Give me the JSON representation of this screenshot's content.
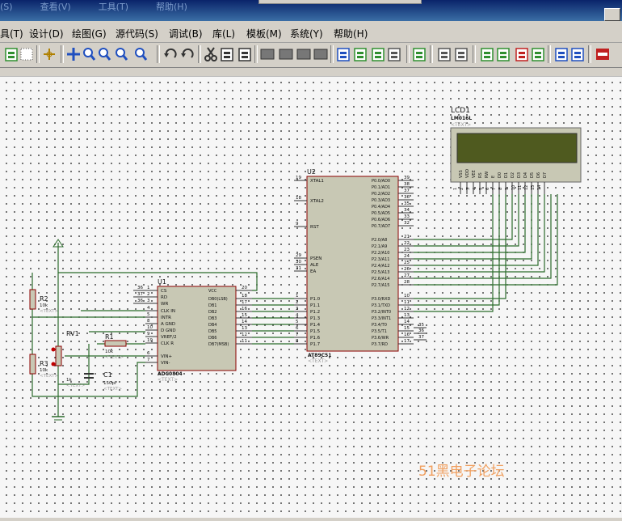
{
  "title_bar": {
    "ghost_items": [
      "(S)",
      "查看(V)",
      "工具(T)",
      "帮助(H)"
    ]
  },
  "menu": {
    "items": [
      "具(T)",
      "设计(D)",
      "绘图(G)",
      "源代码(S)",
      "调试(B)",
      "库(L)",
      "模板(M)",
      "系统(Y)",
      "帮助(H)"
    ]
  },
  "toolbar": {
    "buttons": [
      {
        "icon": "refresh-icon",
        "color": "#2f8f2f"
      },
      {
        "icon": "grid-icon",
        "color": "#555555"
      },
      {
        "icon": "origin-icon",
        "color": "#b08000"
      },
      {
        "icon": "pan-icon",
        "color": "#1f4fbf"
      },
      {
        "icon": "zoom-in-icon",
        "color": "#1f4fbf"
      },
      {
        "icon": "zoom-out-icon",
        "color": "#1f4fbf"
      },
      {
        "icon": "zoom-all-icon",
        "color": "#1f4fbf"
      },
      {
        "icon": "zoom-area-icon",
        "color": "#1f4fbf"
      },
      {
        "icon": "undo-icon",
        "color": "#333333"
      },
      {
        "icon": "redo-icon",
        "color": "#333333"
      },
      {
        "icon": "cut-icon",
        "color": "#333333"
      },
      {
        "icon": "copy-icon",
        "color": "#333333"
      },
      {
        "icon": "paste-icon",
        "color": "#333333"
      },
      {
        "icon": "block-copy-icon",
        "color": "#333333"
      },
      {
        "icon": "block-move-icon",
        "color": "#333333"
      },
      {
        "icon": "block-rotate-icon",
        "color": "#333333"
      },
      {
        "icon": "block-delete-icon",
        "color": "#333333"
      },
      {
        "icon": "pick-device-icon",
        "color": "#1f4fbf"
      },
      {
        "icon": "make-device-icon",
        "color": "#2f8f2f"
      },
      {
        "icon": "packaging-icon",
        "color": "#2f8f2f"
      },
      {
        "icon": "decompose-icon",
        "color": "#555555"
      },
      {
        "icon": "wire-autorouter-icon",
        "color": "#2f8f2f"
      },
      {
        "icon": "search-tag-icon",
        "color": "#555555"
      },
      {
        "icon": "property-tool-icon",
        "color": "#555555"
      },
      {
        "icon": "netlist-icon",
        "color": "#2f8f2f"
      },
      {
        "icon": "new-sheet-icon",
        "color": "#2f8f2f"
      },
      {
        "icon": "remove-sheet-icon",
        "color": "#c02020"
      },
      {
        "icon": "bill-of-materials-icon",
        "color": "#2f8f2f"
      },
      {
        "icon": "electrical-check-icon",
        "color": "#1f4fbf"
      },
      {
        "icon": "netlist-compile-icon",
        "color": "#1f4fbf"
      },
      {
        "icon": "ares-icon",
        "color": "#c02020"
      }
    ]
  },
  "schematic": {
    "lcd": {
      "ref": "LCD1",
      "part": "LM016L",
      "text": "<TEXT>",
      "screen_color": "#4f5a1f",
      "pins": [
        "VSS",
        "VDD",
        "VEE",
        "RS",
        "RW",
        "E",
        "D0",
        "D1",
        "D2",
        "D3",
        "D4",
        "D5",
        "D6",
        "D7"
      ],
      "pin_numbers": [
        "1",
        "2",
        "3",
        "4",
        "5",
        "6",
        "7",
        "8",
        "9",
        "10",
        "11",
        "12",
        "13",
        "14"
      ]
    },
    "mcu": {
      "ref": "U2",
      "part": "AT89C51",
      "text": "<TEXT>",
      "left_pins": [
        {
          "num": "19",
          "name": "XTAL1"
        },
        {
          "num": "18",
          "name": "XTAL2"
        },
        {
          "num": "9",
          "name": "RST"
        },
        {
          "num": "29",
          "name": "PSEN"
        },
        {
          "num": "30",
          "name": "ALE"
        },
        {
          "num": "31",
          "name": "EA"
        },
        {
          "num": "1",
          "name": "P1.0"
        },
        {
          "num": "2",
          "name": "P1.1"
        },
        {
          "num": "3",
          "name": "P1.2"
        },
        {
          "num": "4",
          "name": "P1.3"
        },
        {
          "num": "5",
          "name": "P1.4"
        },
        {
          "num": "6",
          "name": "P1.5"
        },
        {
          "num": "7",
          "name": "P1.6"
        },
        {
          "num": "8",
          "name": "P1.7"
        }
      ],
      "right_pins": [
        {
          "num": "39",
          "name": "P0.0/AD0"
        },
        {
          "num": "38",
          "name": "P0.1/AD1"
        },
        {
          "num": "37",
          "name": "P0.2/AD2"
        },
        {
          "num": "36",
          "name": "P0.3/AD3"
        },
        {
          "num": "35",
          "name": "P0.4/AD4"
        },
        {
          "num": "34",
          "name": "P0.5/AD5"
        },
        {
          "num": "33",
          "name": "P0.6/AD6"
        },
        {
          "num": "32",
          "name": "P0.7/AD7"
        },
        {
          "num": "21",
          "name": "P2.0/A8"
        },
        {
          "num": "22",
          "name": "P2.1/A9"
        },
        {
          "num": "23",
          "name": "P2.2/A10"
        },
        {
          "num": "24",
          "name": "P2.3/A11"
        },
        {
          "num": "25",
          "name": "P2.4/A12"
        },
        {
          "num": "26",
          "name": "P2.5/A13"
        },
        {
          "num": "27",
          "name": "P2.6/A14"
        },
        {
          "num": "28",
          "name": "P2.7/A15"
        },
        {
          "num": "10",
          "name": "P3.0/RXD"
        },
        {
          "num": "11",
          "name": "P3.1/TXD"
        },
        {
          "num": "12",
          "name": "P3.2/INT0"
        },
        {
          "num": "13",
          "name": "P3.3/INT1"
        },
        {
          "num": "14",
          "name": "P3.4/T0"
        },
        {
          "num": "15",
          "name": "P3.5/T1"
        },
        {
          "num": "16",
          "name": "P3.6/WR"
        },
        {
          "num": "17",
          "name": "P3.7/RD"
        }
      ],
      "off_pins": [
        "35",
        "36",
        "37"
      ]
    },
    "adc": {
      "ref": "U1",
      "part": "ADC0804",
      "text": "<TEXT>",
      "left_pins": [
        {
          "num": "1",
          "name": "CS"
        },
        {
          "num": "2",
          "name": "RD"
        },
        {
          "num": "3",
          "name": "WR"
        },
        {
          "num": "4",
          "name": "CLK IN"
        },
        {
          "num": "5",
          "name": "INTR"
        },
        {
          "num": "8",
          "name": "A GND"
        },
        {
          "num": "10",
          "name": "D GND"
        },
        {
          "num": "9",
          "name": "VREF/2"
        },
        {
          "num": "19",
          "name": "CLK R"
        },
        {
          "num": "6",
          "name": "VIN+"
        },
        {
          "num": "7",
          "name": "VIN-"
        }
      ],
      "right_pins": [
        {
          "num": "20",
          "name": "VCC"
        },
        {
          "num": "18",
          "name": "DB0(LSB)"
        },
        {
          "num": "17",
          "name": "DB1"
        },
        {
          "num": "16",
          "name": "DB2"
        },
        {
          "num": "15",
          "name": "DB3"
        },
        {
          "num": "14",
          "name": "DB4"
        },
        {
          "num": "13",
          "name": "DB5"
        },
        {
          "num": "12",
          "name": "DB6"
        },
        {
          "num": "11",
          "name": "DB7(MSB)"
        }
      ],
      "left_pin_refs": [
        "36",
        "37",
        "36"
      ]
    },
    "r1": {
      "ref": "R1",
      "value": "10k",
      "text": "<TEXT>"
    },
    "r2": {
      "ref": "R2",
      "value": "10k",
      "text": "<TEXT>"
    },
    "r3": {
      "ref": "R3",
      "value": "10k",
      "text": "<TEXT>"
    },
    "rv1": {
      "ref": "RV1",
      "value": "1k",
      "text": "<TEXT>"
    },
    "c1": {
      "ref": "C1",
      "value": "150pF",
      "text": "<TEXT>"
    },
    "wire_color": "#2b6b2b",
    "body_color": "#c8c8b4",
    "outline_color": "#8b0000"
  },
  "watermark": {
    "text": "51黑电子论坛",
    "color": "#f0a060"
  }
}
